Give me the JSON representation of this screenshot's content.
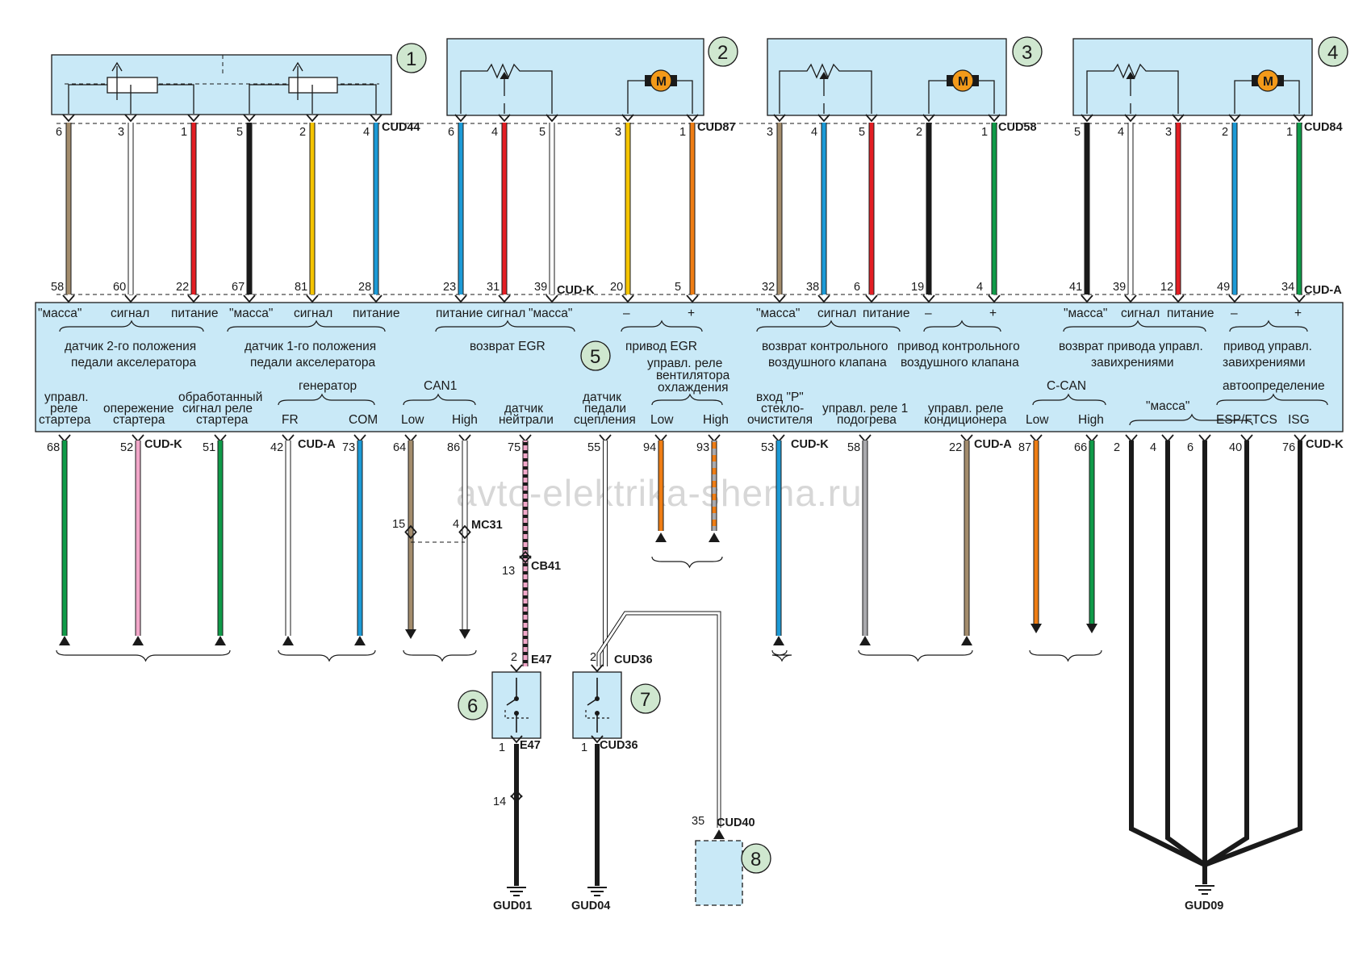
{
  "watermark": "avto-elektrika-shema.ru",
  "components": [
    {
      "number": "1",
      "connector": "CUD44"
    },
    {
      "number": "2",
      "connector": "CUD87"
    },
    {
      "number": "3",
      "connector": "CUD58"
    },
    {
      "number": "4",
      "connector": "CUD84"
    },
    {
      "number": "5"
    },
    {
      "number": "6",
      "connector": "E47"
    },
    {
      "number": "7",
      "connector": "CUD36"
    },
    {
      "number": "8",
      "connector": "CUD40"
    }
  ],
  "ecu_connectors": {
    "k": "CUD-K",
    "a": "CUD-A"
  },
  "motor_symbol": "M",
  "colors": {
    "module_fill": "#c9e9f7",
    "callout_fill": "#cfe7cf",
    "motor_fill": "#f39a1a",
    "brown": "#a38c6c",
    "white": "#ffffff",
    "red": "#e31e24",
    "black": "#1a1a1a",
    "yellow": "#f5c400",
    "blue": "#1c9ad6",
    "orange": "#ef7d14",
    "green": "#0f9a48",
    "pink": "#f2a7c9",
    "gray": "#a9a9ad"
  },
  "top_wires": [
    {
      "module_pin": "6",
      "ecu_pin": "58",
      "color": "brown"
    },
    {
      "module_pin": "3",
      "ecu_pin": "60",
      "color": "white"
    },
    {
      "module_pin": "1",
      "ecu_pin": "22",
      "color": "red"
    },
    {
      "module_pin": "5",
      "ecu_pin": "67",
      "color": "black"
    },
    {
      "module_pin": "2",
      "ecu_pin": "81",
      "color": "yellow"
    },
    {
      "module_pin": "4",
      "ecu_pin": "28",
      "color": "blue"
    },
    {
      "module_pin": "6",
      "ecu_pin": "23",
      "color": "blue"
    },
    {
      "module_pin": "4",
      "ecu_pin": "31",
      "color": "red"
    },
    {
      "module_pin": "5",
      "ecu_pin": "39",
      "color": "white"
    },
    {
      "module_pin": "3",
      "ecu_pin": "20",
      "color": "yellow"
    },
    {
      "module_pin": "1",
      "ecu_pin": "5",
      "color": "orange"
    },
    {
      "module_pin": "3",
      "ecu_pin": "32",
      "color": "brown"
    },
    {
      "module_pin": "4",
      "ecu_pin": "38",
      "color": "blue"
    },
    {
      "module_pin": "5",
      "ecu_pin": "6",
      "color": "red"
    },
    {
      "module_pin": "2",
      "ecu_pin": "19",
      "color": "black"
    },
    {
      "module_pin": "1",
      "ecu_pin": "4",
      "color": "green"
    },
    {
      "module_pin": "5",
      "ecu_pin": "41",
      "color": "black"
    },
    {
      "module_pin": "4",
      "ecu_pin": "39",
      "color": "white"
    },
    {
      "module_pin": "3",
      "ecu_pin": "12",
      "color": "red"
    },
    {
      "module_pin": "2",
      "ecu_pin": "49",
      "color": "blue"
    },
    {
      "module_pin": "1",
      "ecu_pin": "34",
      "color": "green"
    }
  ],
  "ecu_top_pin_labels": [
    "\"масса\"",
    "сигнал",
    "питание",
    "\"масса\"",
    "сигнал",
    "питание",
    "питание",
    "сигнал",
    "\"масса\"",
    "–",
    "+",
    "\"масса\"",
    "сигнал",
    "питание",
    "–",
    "+",
    "\"масса\"",
    "сигнал",
    "питание",
    "–",
    "+"
  ],
  "ecu_top_groups": [
    "датчик 2-го положения",
    "педали акселератора",
    "датчик 1-го положения",
    "педали акселератора",
    "возврат EGR",
    "привод EGR",
    "возврат контрольного",
    "воздушного клапана",
    "привод контрольного",
    "воздушного клапана",
    "возврат привода управл.",
    "завихрениями",
    "привод управл.",
    "завихрениями"
  ],
  "ecu_bottom_groups": [
    "генератор",
    "CAN1",
    "управл. реле",
    "вентилятора",
    "охлаждения",
    "C-CAN",
    "\"масса\"",
    "автоопределение"
  ],
  "ecu_bottom_labels": [
    "управл.",
    "реле",
    "стартера",
    "опережение",
    "стартера",
    "обработанный",
    "сигнал реле",
    "стартера",
    "FR",
    "COM",
    "Low",
    "High",
    "датчик",
    "нейтрали",
    "датчик",
    "педали",
    "сцепления",
    "Low",
    "High",
    "вход \"P\"",
    "стекло-",
    "очистителя",
    "управл. реле 1",
    "подогрева",
    "управл. реле",
    "кондиционера",
    "Low",
    "High",
    "ESP/FTCS",
    "ISG"
  ],
  "bottom_pins": [
    "68",
    "52",
    "51",
    "42",
    "73",
    "64",
    "86",
    "75",
    "55",
    "94",
    "93",
    "53",
    "58",
    "22",
    "87",
    "66",
    "2",
    "4",
    "6",
    "40",
    "76"
  ],
  "inline_connectors": {
    "mc31": {
      "name": "MC31",
      "pin_a": "15",
      "pin_b": "4"
    },
    "cb41": {
      "name": "CB41",
      "pin": "13"
    },
    "e47": {
      "pin_top": "2",
      "pin_bottom": "1"
    },
    "cud36": {
      "pin_top": "2",
      "pin_bottom": "1"
    },
    "cud40": {
      "pin": "35"
    },
    "gnd14": {
      "pin": "14"
    }
  },
  "grounds": [
    "GUD01",
    "GUD04",
    "GUD09"
  ]
}
